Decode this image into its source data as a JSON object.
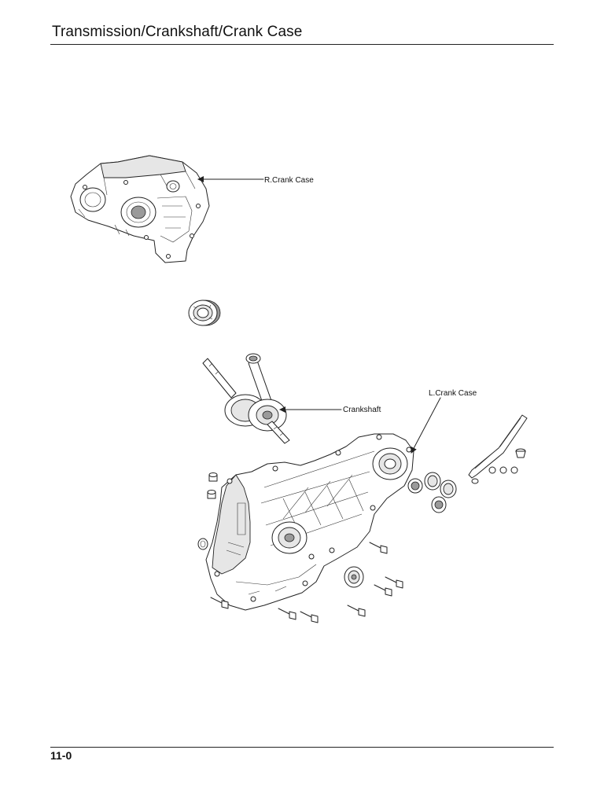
{
  "header": {
    "title": "Transmission/Crankshaft/Crank Case"
  },
  "footer": {
    "page_number": "11-0"
  },
  "diagram": {
    "labels": {
      "r_crank_case": "R.Crank Case",
      "crankshaft": "Crankshaft",
      "l_crank_case": "L.Crank Case"
    }
  }
}
